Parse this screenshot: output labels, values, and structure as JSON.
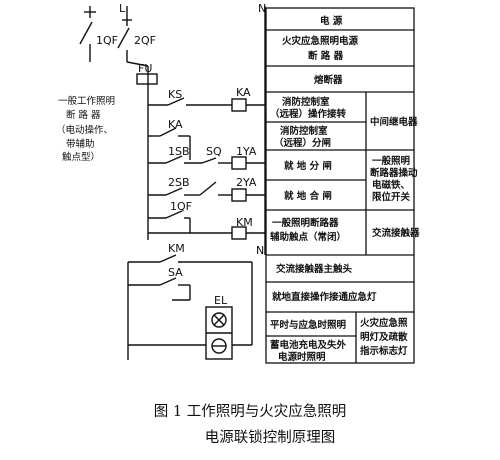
{
  "labels": {
    "qf1": "1QF",
    "qf2": "2QF",
    "L": "L",
    "N_top": "N",
    "FU": "FU",
    "KS": "KS",
    "KA_coil": "KA",
    "KA_contact": "KA",
    "SB1": "1SB",
    "SB2": "2SB",
    "SQ": "SQ",
    "YA1": "1YA",
    "YA2": "2YA",
    "QF1_aux": "1QF",
    "KM_coil": "KM",
    "KM_contact": "KM",
    "N_mid": "N",
    "SA": "SA",
    "EL": "EL"
  },
  "left_note": {
    "line1": "一般工作照明",
    "line2": "断 路 器",
    "line3": "（电动操作、",
    "line4": "带辅助",
    "line5": "触点型）"
  },
  "table": {
    "r1": "电 源",
    "r2a": "火灾应急照明电源",
    "r2b": "断 路 器",
    "r3": "熔断器",
    "r4a": "消防控制室",
    "r4b": "（远程）操作接转",
    "r4c": "中间继电器",
    "r5a": "消防控制室",
    "r5b": "（远程）分闸",
    "r6a": "就 地 分 闸",
    "r6b_1": "一般照明",
    "r6b_2": "断路器操动",
    "r6b_3": "电磁铁、",
    "r6b_4": "限位开关",
    "r7a": "就 地 合 闸",
    "r8a": "一般照明断路器",
    "r8b": "辅助触点（常闭）",
    "r8c": "交流接触器",
    "r9": "交流接触器主触头",
    "r10": "就地直接操作接通应急灯",
    "r11a": "平时与应急时照明",
    "r11b_1": "火灾应急照",
    "r11b_2": "明灯及疏散",
    "r11b_3": "指示标志灯",
    "r12a": "蓄电池充电及失外",
    "r12b": "电源时照明"
  },
  "caption": {
    "line1": "图 1    工作照明与火灾应急照明",
    "line2": "电源联锁控制原理图"
  }
}
